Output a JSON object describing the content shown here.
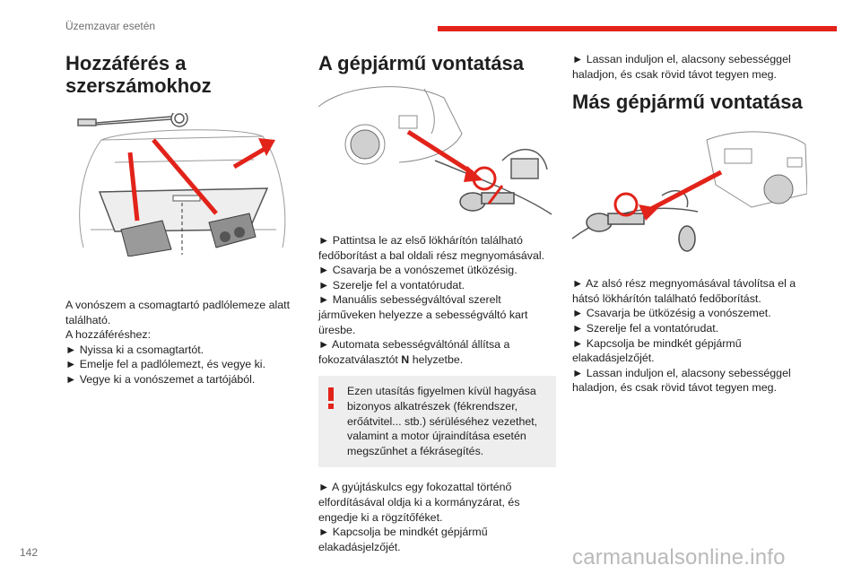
{
  "header": {
    "section": "Üzemzavar esetén",
    "accent_color": "#e2231a"
  },
  "page_number": "142",
  "watermark": "carmanualsonline.info",
  "col1": {
    "title": "Hozzáférés a szerszámokhoz",
    "intro": "A vonószem a csomagtartó padlólemeze alatt található.",
    "access_label": "A hozzáféréshez:",
    "steps": [
      "► Nyissa ki a csomagtartót.",
      "► Emelje fel a padlólemezt, és vegye ki.",
      "► Vegye ki a vonószemet a tartójából."
    ]
  },
  "col2": {
    "title": "A gépjármű vontatása",
    "steps_a": [
      "► Pattintsa le az első lökhárítón található fedőborítást a bal oldali rész megnyomásával.",
      "► Csavarja be a vonószemet ütközésig.",
      "► Szerelje fel a vontatórudat.",
      "► Manuális sebességváltóval szerelt járműveken helyezze a sebességváltó kart üresbe."
    ],
    "step_auto_prefix": "► Automata sebességváltónál állítsa a fokozatválasztót ",
    "step_auto_bold": "N",
    "step_auto_suffix": " helyzetbe.",
    "warning": "Ezen utasítás figyelmen kívül hagyása bizonyos alkatrészek (fékrendszer, erőátvitel... stb.) sérüléséhez vezethet, valamint a motor újraindítása esetén megszűnhet a fékrásegítés.",
    "steps_b": [
      "► A gyújtáskulcs egy fokozattal történő elfordításával oldja ki a kormányzárat, és engedje ki a rögzítőféket.",
      "► Kapcsolja be mindkét gépjármű elakadásjelzőjét."
    ]
  },
  "col3": {
    "step_top": "► Lassan induljon el, alacsony sebességgel haladjon, és csak rövid távot tegyen meg.",
    "title": "Más gépjármű vontatása",
    "steps": [
      "► Az alsó rész megnyomásával távolítsa el a hátsó lökhárítón található fedőborítást.",
      "► Csavarja be ütközésig a vonószemet.",
      "► Szerelje fel a vontatórudat.",
      "► Kapcsolja be mindkét gépjármű elakadásjelzőjét.",
      "► Lassan induljon el, alacsony sebességgel haladjon, és csak rövid távot tegyen meg."
    ]
  }
}
